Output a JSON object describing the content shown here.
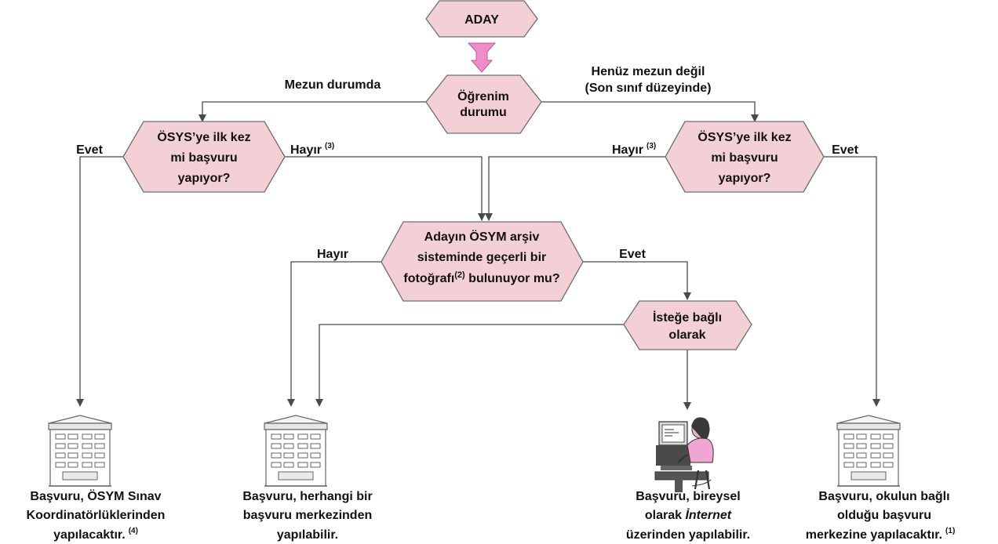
{
  "nodes": {
    "start": "ADAY",
    "education": [
      "Öğrenim",
      "durumu"
    ],
    "first_time_left": [
      "ÖSYS’ye ilk kez",
      "mi başvuru",
      "yapıyor?"
    ],
    "first_time_right": [
      "ÖSYS’ye ilk kez",
      "mi başvuru",
      "yapıyor?"
    ],
    "photo_pre": "Adayın ÖSYM arşiv",
    "photo_mid": "sisteminde geçerli bir",
    "photo_l3a": "fotoğrafı",
    "photo_l3sup": "(2)",
    "photo_l3b": " bulunuyor mu?",
    "optional": [
      "İsteğe bağlı",
      "olarak"
    ]
  },
  "edges": {
    "graduated": "Mezun durumda",
    "not_graduated": [
      "Henüz mezun değil",
      "(Son sınıf düzeyinde)"
    ],
    "evet_left": "Evet",
    "hayir_left": "Hayır",
    "hayir_left_sup": "(3)",
    "hayir_right": "Hayır",
    "hayir_right_sup": "(3)",
    "evet_right": "Evet",
    "photo_hayir": "Hayır",
    "photo_evet": "Evet"
  },
  "outcomes": {
    "coordinators": {
      "l1": "Başvuru, ÖSYM Sınav",
      "l2": "Koordinatörlüklerinden",
      "l3": "yapılacaktır.",
      "sup": "(4)"
    },
    "any_center": {
      "l1": "Başvuru, herhangi bir",
      "l2": "başvuru merkezinden",
      "l3": "yapılabilir."
    },
    "internet": {
      "l1": "Başvuru, bireysel",
      "l2a": "olarak ",
      "l2b": "İnternet",
      "l3": "üzerinden yapılabilir."
    },
    "school_center": {
      "l1": "Başvuru, okulun bağlı",
      "l2": "olduğu başvuru",
      "l3": "merkezine yapılacaktır.",
      "sup": "(1)"
    }
  },
  "colors": {
    "node_fill": "#f2d0d6",
    "arrow_pink": "#f28cc8",
    "line": "#4a4a4a"
  }
}
